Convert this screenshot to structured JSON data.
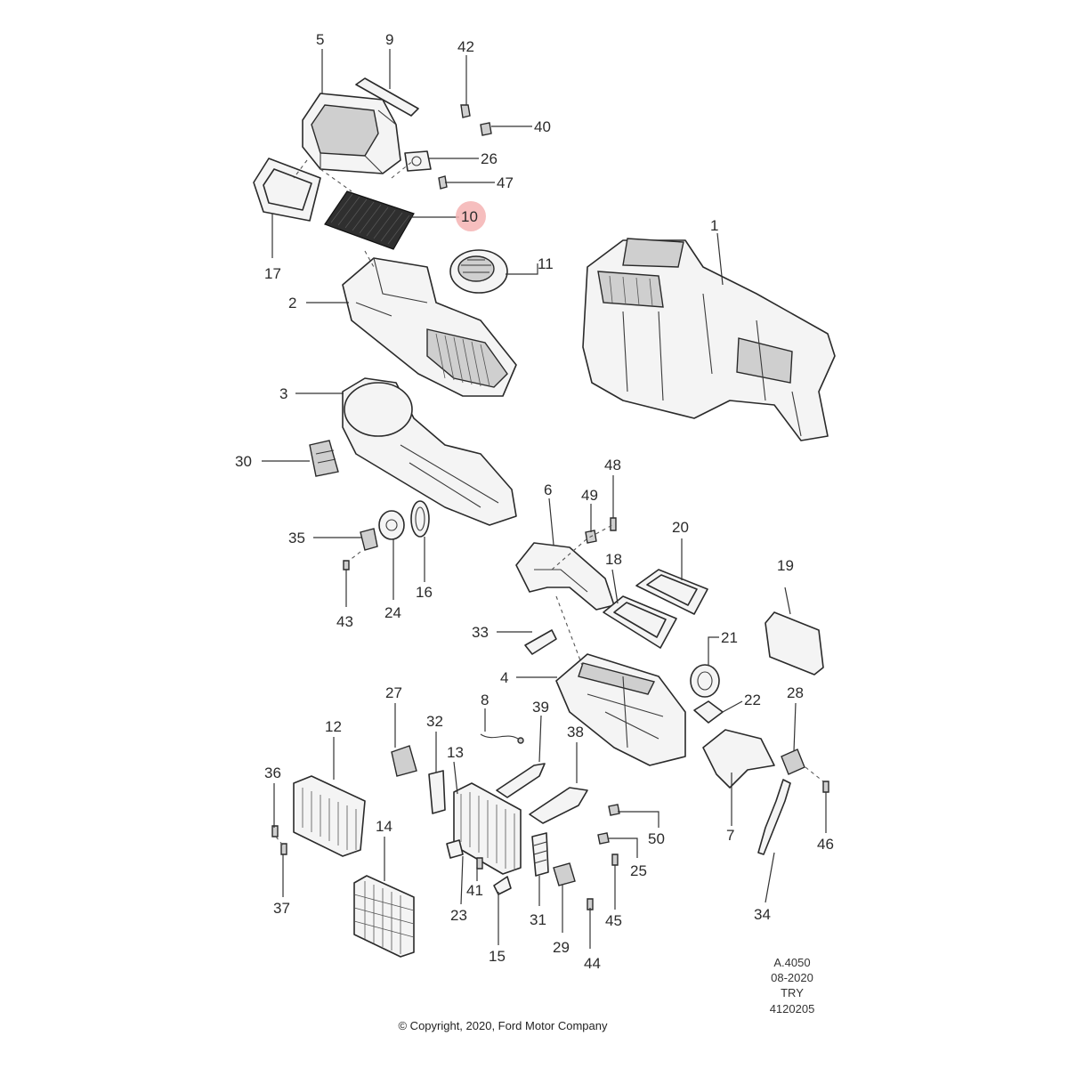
{
  "callouts": [
    "1",
    "2",
    "3",
    "4",
    "5",
    "6",
    "7",
    "8",
    "9",
    "10",
    "11",
    "12",
    "13",
    "14",
    "15",
    "16",
    "17",
    "18",
    "19",
    "20",
    "21",
    "22",
    "23",
    "24",
    "25",
    "26",
    "27",
    "28",
    "29",
    "30",
    "31",
    "32",
    "33",
    "34",
    "35",
    "36",
    "37",
    "38",
    "39",
    "40",
    "41",
    "42",
    "43",
    "44",
    "45",
    "46",
    "47",
    "48",
    "49",
    "50"
  ],
  "highlighted_callout": "10",
  "drawing_code": {
    "line1": "A.4050",
    "line2": "08-2020",
    "line3": "TRY",
    "line4": "4120205"
  },
  "copyright": "© Copyright, 2020, Ford Motor Company",
  "colors": {
    "highlight": "#f4b3b3",
    "line": "#2a2a2a",
    "filter_media": "#2f2f2f"
  }
}
